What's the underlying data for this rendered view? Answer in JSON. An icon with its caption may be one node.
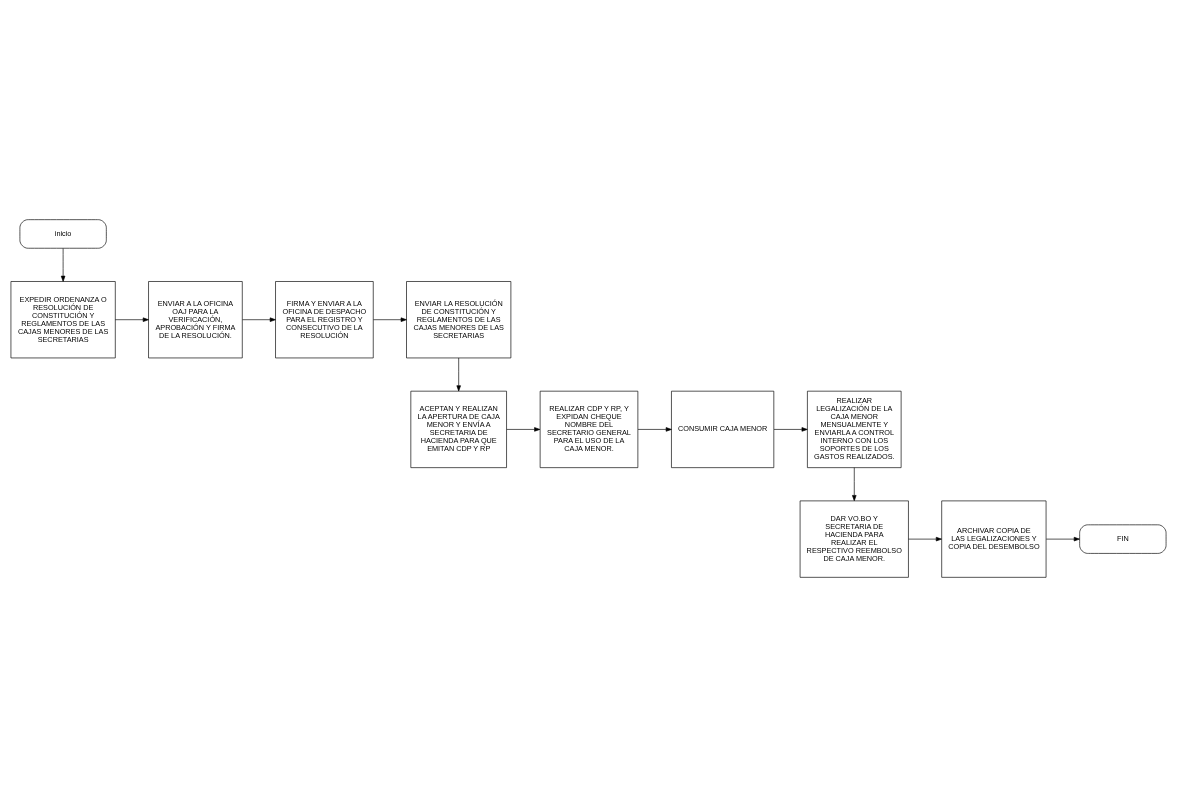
{
  "diagram": {
    "nodes": [
      {
        "text": [
          "inicio"
        ]
      },
      {
        "text": [
          "EXPEDIR ORDENANZA O RESOLUCIÓN DE CONSTITUCIÓN Y REGLAMENTOS DE LAS CAJAS MENORES DE LAS SECRETARIAS"
        ]
      },
      {
        "text": [
          "ENVIAR A LA OFICINA OAJ PARA LA VERIFICACIÓN, APROBACIÓN Y FIRMA DE LA RESOLUCIÓN."
        ]
      },
      {
        "text": [
          "FIRMA Y ENVIAR A LA OFICINA DE DESPACHO PARA EL REGISTRO Y CONSECUTIVO DE LA RESOLUCIÓN"
        ]
      },
      {
        "text": [
          "ENVIAR LA RESOLUCIÓN DE CONSTITUCIÓN Y REGLAMENTOS DE LAS CAJAS MENORES DE LAS SECRETARIAS"
        ]
      },
      {
        "text": [
          "ACEPTAN Y REALIZAN LA APERTURA DE CAJA MENOR Y ENVÍA A SECRETARIA DE HACIENDA PARA QUE EMITAN CDP Y RP"
        ]
      },
      {
        "text": [
          "REALIZAR CDP Y RP, Y EXPIDAN CHEQUE NOMBRE DEL SECRETARIO GENERAL PARA EL USO DE LA CAJA MENOR."
        ]
      },
      {
        "text": [
          "CONSUMIR CAJA MENOR"
        ]
      },
      {
        "text": [
          "REALIZAR LEGALIZACIÓN DE LA CAJA MENOR MENSUALMENTE Y ENVIARLA A CONTROL INTERNO CON LOS SOPORTES DE LOS GASTOS REALIZADOS."
        ]
      },
      {
        "text": [
          "DAR VO.BO Y SECRETARIA DE HACIENDA PARA REALIZAR EL RESPECTIVO REEMBOLSO DE CAJA MENOR."
        ]
      },
      {
        "text": [
          "ARCHIVAR COPIA DE LAS LEGALIZACIONES Y COPIA DEL DESEMBOLSO"
        ]
      },
      {
        "text": [
          "FIN"
        ]
      }
    ],
    "edges": [
      {
        "from": 0,
        "to": 1,
        "arrow": "to"
      },
      {
        "from": 1,
        "to": 2,
        "arrow": "to"
      },
      {
        "from": 2,
        "to": 3,
        "arrow": "to"
      },
      {
        "from": 3,
        "to": 4,
        "arrow": "to"
      },
      {
        "from": 4,
        "to": 5,
        "arrow": "to"
      },
      {
        "from": 5,
        "to": 6,
        "arrow": "to"
      },
      {
        "from": 6,
        "to": 7,
        "arrow": "to"
      },
      {
        "from": 7,
        "to": 8,
        "arrow": "to"
      },
      {
        "from": 8,
        "to": 9,
        "arrow": "to"
      },
      {
        "from": 9,
        "to": 10,
        "arrow": "to"
      },
      {
        "from": 10,
        "to": 11,
        "arrow": "to"
      }
    ]
  }
}
